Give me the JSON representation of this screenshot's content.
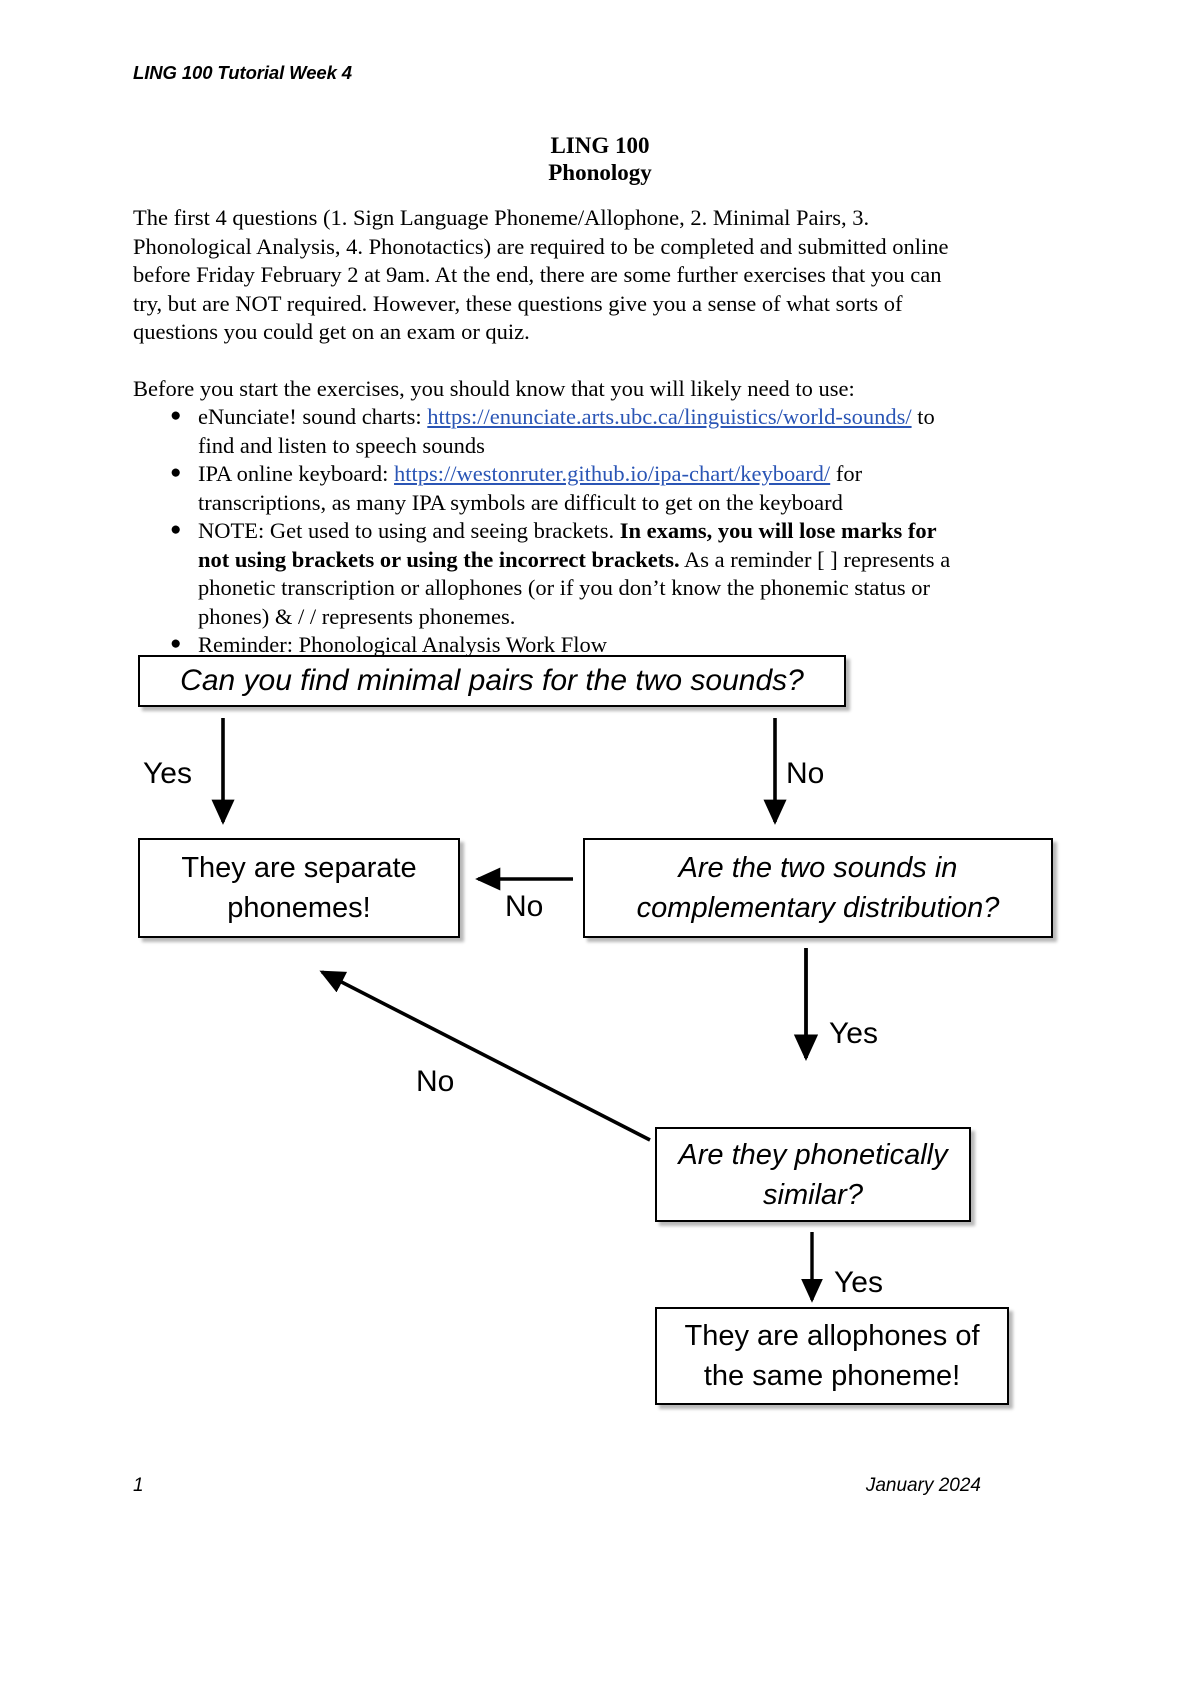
{
  "header": {
    "running_head": "LING 100 Tutorial Week 4"
  },
  "title": {
    "line1": "LING 100",
    "line2": "Phonology"
  },
  "body": {
    "intro_paragraph": "The first 4 questions (1. Sign Language Phoneme/Allophone, 2. Minimal Pairs, 3. Phonological Analysis, 4. Phonotactics) are required to be completed and submitted online before Friday February 2 at 9am. At the end, there are some further exercises that you can try, but are NOT required. However, these questions give you a sense of what sorts of questions you could get on an exam or quiz.",
    "before_you_start": "Before you start the exercises, you should know that you will likely need to use:",
    "bullets": [
      {
        "lead": "eNunciate! sound charts:",
        "link": "https://enunciate.arts.ubc.ca/linguistics/world-sounds/",
        "tail": "to find and listen to speech sounds"
      },
      {
        "lead": "IPA online keyboard:",
        "link": "https://westonruter.github.io/ipa-chart/keyboard/",
        "tail": "for transcriptions, as many IPA symbols are difficult to get on the keyboard"
      },
      {
        "lead": "NOTE: Get used to using and seeing brackets.",
        "bold": "In exams, you will lose marks for not using brackets or using the incorrect brackets.",
        "tail": "As a reminder [    ] represents a phonetic transcription or allophones (or if you don’t know the phonemic status or phones) & /   / represents phonemes."
      },
      {
        "lead": "Reminder: Phonological Analysis Work Flow"
      }
    ]
  },
  "flowchart": {
    "type": "decision-flowchart",
    "nodes": {
      "q1": "Can you find minimal pairs for the two sounds?",
      "separate": "They are separate phonemes!",
      "q2": "Are the two sounds in complementary distribution?",
      "q3": "Are they phonetically similar?",
      "allophones": "They are allophones of the same phoneme!"
    },
    "edge_labels": {
      "q1_yes": "Yes",
      "q1_no": "No",
      "q2_no": "No",
      "q2_yes": "Yes",
      "q3_no": "No",
      "q3_yes": "Yes"
    }
  },
  "footer": {
    "page_number": "1",
    "date": "January 2024"
  },
  "colors": {
    "link": "#2a55b5",
    "text": "#000000",
    "page_background": "#ffffff"
  }
}
